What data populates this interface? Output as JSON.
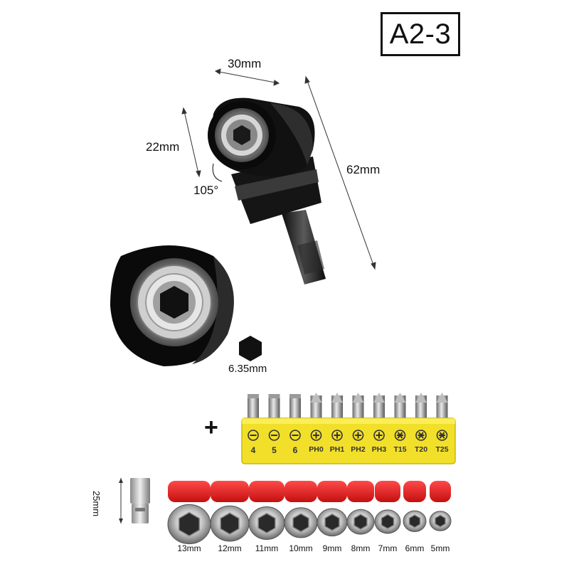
{
  "model": "A2-3",
  "dimensions": {
    "width": "30mm",
    "height": "22mm",
    "length": "62mm",
    "angle": "105°",
    "hex_size": "6.35mm",
    "extension_length": "25mm"
  },
  "plus_sign": "+",
  "bits": [
    "4",
    "5",
    "6",
    "PH0",
    "PH1",
    "PH2",
    "PH3",
    "T15",
    "T20",
    "T25"
  ],
  "sockets": [
    "13mm",
    "12mm",
    "11mm",
    "10mm",
    "9mm",
    "8mm",
    "7mm",
    "6mm",
    "5mm"
  ],
  "colors": {
    "bit_holder": "#f2df2a",
    "socket_cap": "#e01e1e",
    "adapter_body": "#1a1a1a"
  }
}
